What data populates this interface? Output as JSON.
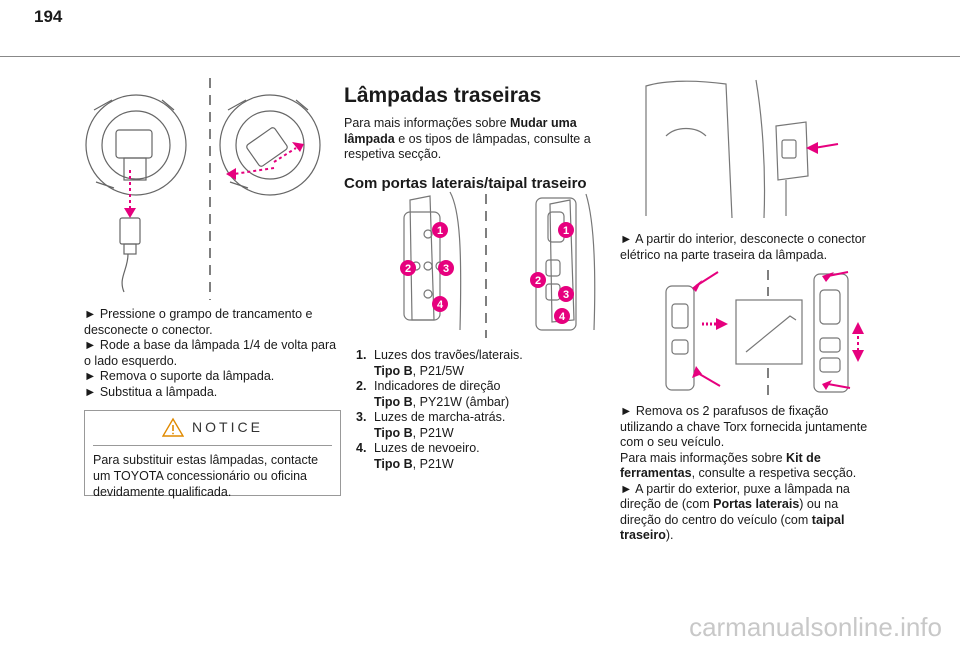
{
  "page": {
    "number": "194"
  },
  "left": {
    "steps": [
      "► Pressione o grampo de trancamento e desconecte o conector.",
      "► Rode a base da lâmpada 1/4 de volta para o lado esquerdo.",
      "► Remova o suporte da lâmpada.",
      "► Substitua a lâmpada."
    ],
    "notice": {
      "title": "NOTICE",
      "body": "Para substituir estas lâmpadas, contacte um TOYOTA concessionário ou oficina devidamente qualificada."
    }
  },
  "middle": {
    "title": "Lâmpadas traseiras",
    "intro": {
      "part1": "Para mais informações sobre ",
      "bold": "Mudar uma lâmpada",
      "part2": " e os tipos de lâmpadas, consulte a respetiva secção."
    },
    "subtitle": "Com portas laterais/taipal traseiro",
    "callouts": [
      "1",
      "2",
      "3",
      "4"
    ],
    "items": [
      {
        "num": "1.",
        "label": "Luzes dos travões/laterais.",
        "type_bold": "Tipo B",
        "type_rest": ", P21/5W"
      },
      {
        "num": "2.",
        "label": "Indicadores de direção",
        "type_bold": "Tipo B",
        "type_rest": ", PY21W (âmbar)"
      },
      {
        "num": "3.",
        "label": "Luzes de marcha-atrás.",
        "type_bold": "Tipo B",
        "type_rest": ", P21W"
      },
      {
        "num": "4.",
        "label": "Luzes de nevoeiro.",
        "type_bold": "Tipo B",
        "type_rest": ", P21W"
      }
    ]
  },
  "right": {
    "step1": "► A partir do interior, desconecte o conector elétrico na parte traseira da lâmpada.",
    "step2": "► Remova os 2 parafusos de fixação utilizando a chave Torx fornecida juntamente com o seu veículo.",
    "tools": {
      "part1": "Para mais informações sobre ",
      "bold": "Kit de ferramentas",
      "part2": ", consulte a respetiva secção."
    },
    "step3": {
      "part1": "► A partir do exterior, puxe a lâmpada na direção de (com ",
      "bold1": "Portas laterais",
      "part2": ") ou na direção do centro do veículo (com ",
      "bold2": "taipal traseiro",
      "part3": ")."
    }
  },
  "footer": {
    "watermark": "carmanualsonline.info"
  },
  "colors": {
    "accent": "#e6007e",
    "line": "#555555",
    "rule": "#888888"
  }
}
